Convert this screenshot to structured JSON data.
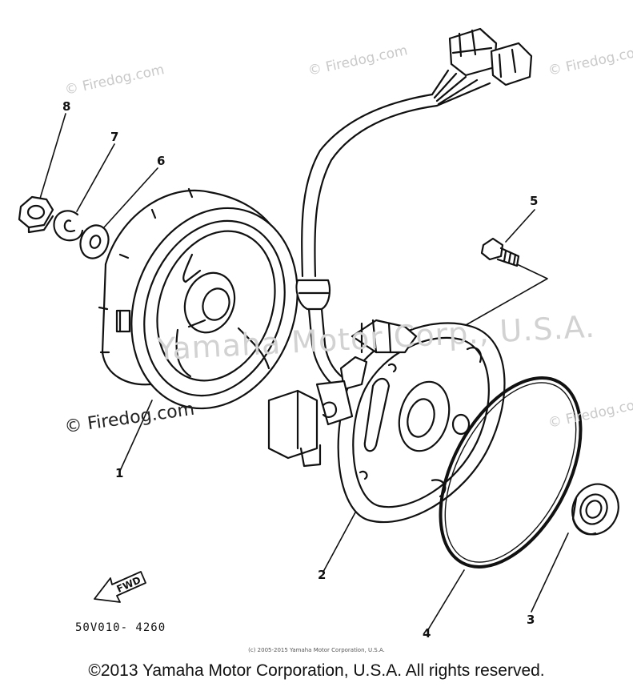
{
  "watermarks": {
    "small": "© Firedog.com",
    "main": "Yamaha Motor Corp., U.S.A.",
    "prominent": "© Firedog.com"
  },
  "callouts": [
    "1",
    "2",
    "3",
    "4",
    "5",
    "6",
    "7",
    "8"
  ],
  "fwd_label": "FWD",
  "part_code": "50V010- 4260",
  "fine_print": "(c) 2005-2015 Yamaha Motor Corporation, U.S.A.",
  "copyright": "©2013 Yamaha Motor Corporation, U.S.A. All rights reserved."
}
